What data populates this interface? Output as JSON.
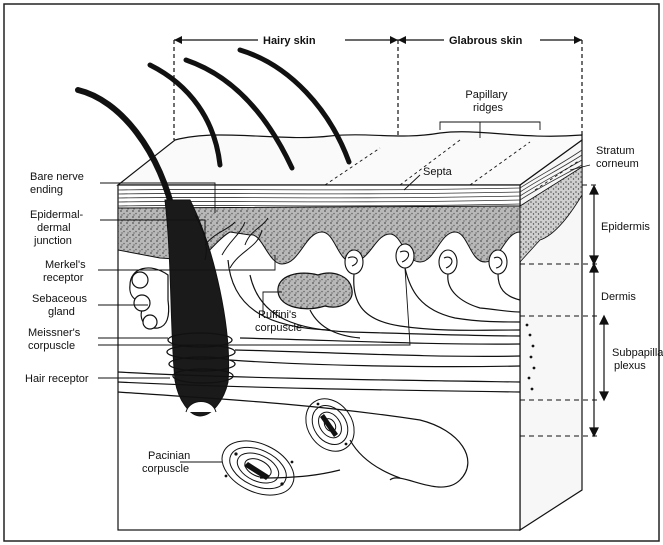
{
  "header": {
    "hairy_skin": "Hairy skin",
    "glabrous_skin": "Glabrous skin"
  },
  "labels": {
    "papillary_ridges": [
      "Papillary",
      "ridges"
    ],
    "septa": "Septa",
    "stratum_corneum": [
      "Stratum",
      "corneum"
    ],
    "bare_nerve_ending": [
      "Bare nerve",
      "ending"
    ],
    "epidermal_dermal_junction": [
      "Epidermal-",
      "dermal",
      "junction"
    ],
    "merkels_receptor": [
      "Merkel's",
      "receptor"
    ],
    "sebaceous_gland": [
      "Sebaceous",
      "gland"
    ],
    "meissners_corpuscle": [
      "Meissner's",
      "corpuscle"
    ],
    "hair_receptor": "Hair receptor",
    "ruffinis_corpuscle": [
      "Ruffini's",
      "corpuscle"
    ],
    "pacinian_corpuscle": [
      "Pacinian",
      "corpuscle"
    ],
    "epidermis": "Epidermis",
    "dermis": "Dermis",
    "subpapillary_plexus": [
      "Subpapillary",
      "plexus"
    ]
  }
}
